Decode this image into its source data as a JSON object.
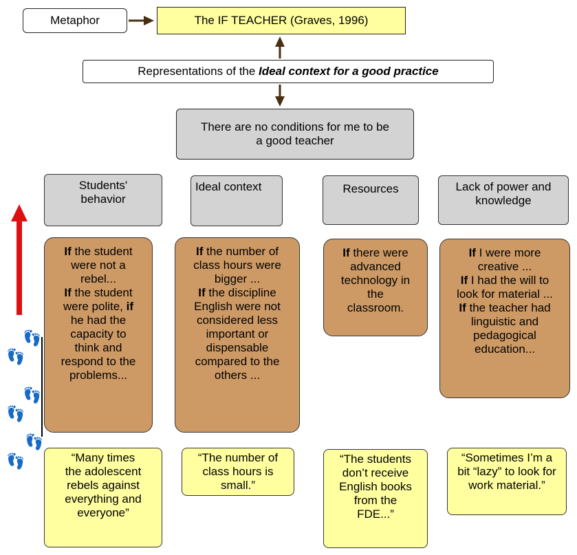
{
  "top": {
    "metaphor_label": "Metaphor",
    "title": "The IF TEACHER (Graves, 1996)",
    "representations_prefix": "Representations of the ",
    "representations_emphasis": "Ideal context for a good practice",
    "conclusion": [
      "There are no conditions for me to be",
      "a good teacher"
    ]
  },
  "categories": [
    {
      "title": [
        "Students'",
        "behavior"
      ]
    },
    {
      "title": [
        "Ideal context"
      ]
    },
    {
      "title": [
        "Resources"
      ]
    },
    {
      "title": [
        "Lack of power and",
        "knowledge"
      ]
    }
  ],
  "conditions": [
    {
      "lines": [
        {
          "b": "If",
          "t": " the student"
        },
        {
          "t": "were not a"
        },
        {
          "t": "rebel..."
        },
        {
          "b": "If",
          "t": " the student"
        },
        {
          "t": "were polite, ",
          "b2": "if"
        },
        {
          "t": "he had the"
        },
        {
          "t": "capacity to"
        },
        {
          "t": "think and"
        },
        {
          "t": "respond to the"
        },
        {
          "t": "problems..."
        }
      ]
    },
    {
      "lines": [
        {
          "b": "If",
          "t": " the number of"
        },
        {
          "t": "class hours were"
        },
        {
          "t": "bigger ..."
        },
        {
          "b": "If",
          "t": " the discipline"
        },
        {
          "t": "English were not"
        },
        {
          "t": "considered less"
        },
        {
          "t": "important or"
        },
        {
          "t": "dispensable"
        },
        {
          "t": "compared to the"
        },
        {
          "t": "others ..."
        }
      ]
    },
    {
      "lines": [
        {
          "b": "If",
          "t": " there were"
        },
        {
          "t": "advanced"
        },
        {
          "t": "technology in"
        },
        {
          "t": "the"
        },
        {
          "t": "classroom."
        }
      ]
    },
    {
      "lines": [
        {
          "b": "If",
          "t": " I were more"
        },
        {
          "t": "creative ..."
        },
        {
          "b": "If",
          "t": " I had the will to"
        },
        {
          "t": "look for material ..."
        },
        {
          "b": "If",
          "t": " the teacher had"
        },
        {
          "t": "linguistic and"
        },
        {
          "t": "pedagogical"
        },
        {
          "t": "education..."
        }
      ]
    }
  ],
  "quotes": [
    {
      "lines": [
        "“Many times",
        "the adolescent",
        "rebels against",
        "everything and",
        "everyone”"
      ]
    },
    {
      "lines": [
        "“The number of",
        "class hours is",
        "small.”"
      ]
    },
    {
      "lines": [
        "“The students",
        "don’t receive",
        "English books",
        "from the",
        "FDE...”"
      ]
    },
    {
      "lines": [
        "“Sometimes I’m a",
        "bit “lazy” to look for",
        "work material.”"
      ]
    }
  ],
  "colors": {
    "arrow_dark": "#4a2e12",
    "arrow_red": "#dd1111"
  },
  "icons": [
    "footprint-icon",
    "footprint-icon",
    "footprint-icon",
    "footprint-icon",
    "footprint-icon",
    "footprint-icon"
  ]
}
